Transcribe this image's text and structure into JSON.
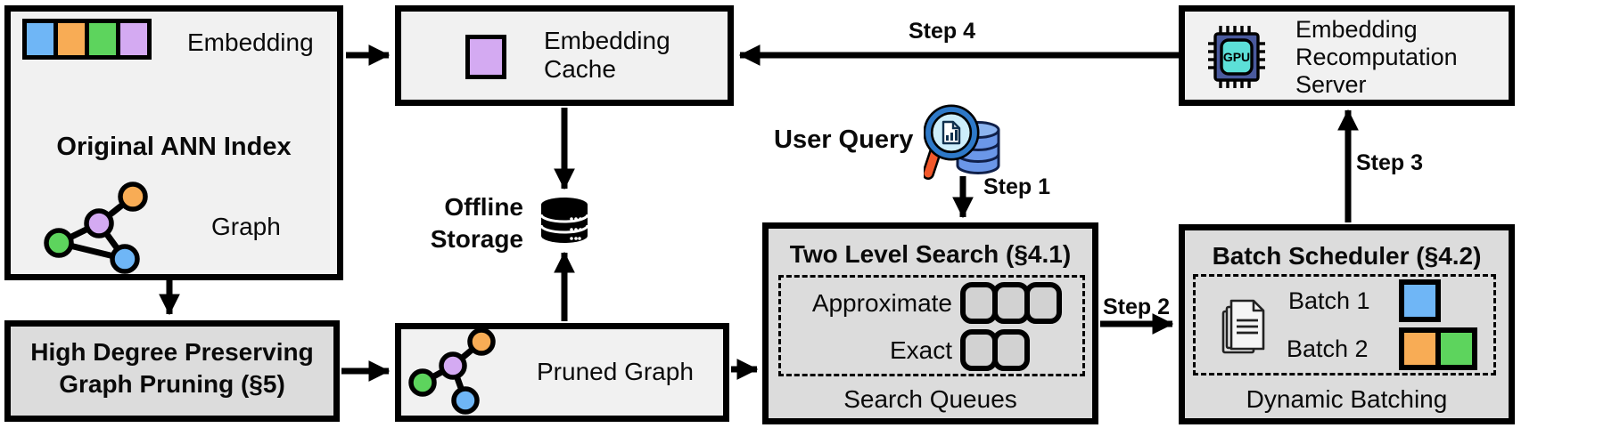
{
  "diagram": {
    "original_index": {
      "embedding_label": "Embedding",
      "title": "Original ANN Index",
      "graph_label": "Graph"
    },
    "embedding_cache": {
      "line1": "Embedding",
      "line2": "Cache"
    },
    "offline_storage": {
      "line1": "Offline",
      "line2": "Storage"
    },
    "pruning": {
      "line1": "High Degree Preserving",
      "line2": "Graph Pruning (§5)"
    },
    "pruned_graph": {
      "label": "Pruned Graph"
    },
    "user_query": {
      "label": "User Query"
    },
    "two_level_search": {
      "title": "Two Level Search (§4.1)",
      "approximate_label": "Approximate",
      "exact_label": "Exact",
      "caption": "Search Queues",
      "approximate_slots": 3,
      "exact_slots": 2
    },
    "batch_scheduler": {
      "title": "Batch Scheduler (§4.2)",
      "batch1_label": "Batch 1",
      "batch2_label": "Batch 2",
      "caption": "Dynamic Batching"
    },
    "recomputation_server": {
      "line1": "Embedding",
      "line2": "Recomputation",
      "line3": "Server",
      "chip_label": "GPU"
    },
    "steps": {
      "step1": "Step 1",
      "step2": "Step 2",
      "step3": "Step 3",
      "step4": "Step 4"
    },
    "colors": {
      "node_blue": "#6fb6f6",
      "node_orange": "#f8ac55",
      "node_green": "#5dd45d",
      "node_purple": "#d4aaf2",
      "box_light": "#f1f1f1",
      "box_gray": "#dcdcdc",
      "slot_fill": "#d2d2d2",
      "chip_body": "#4a5a9e",
      "chip_core": "#5ce0d8",
      "query_db_blue": "#6b97e8",
      "magnifier_ring": "#2e79c8",
      "magnifier_lens": "#cdeefb",
      "magnifier_handle": "#f2582a",
      "line_black": "#000000"
    }
  }
}
